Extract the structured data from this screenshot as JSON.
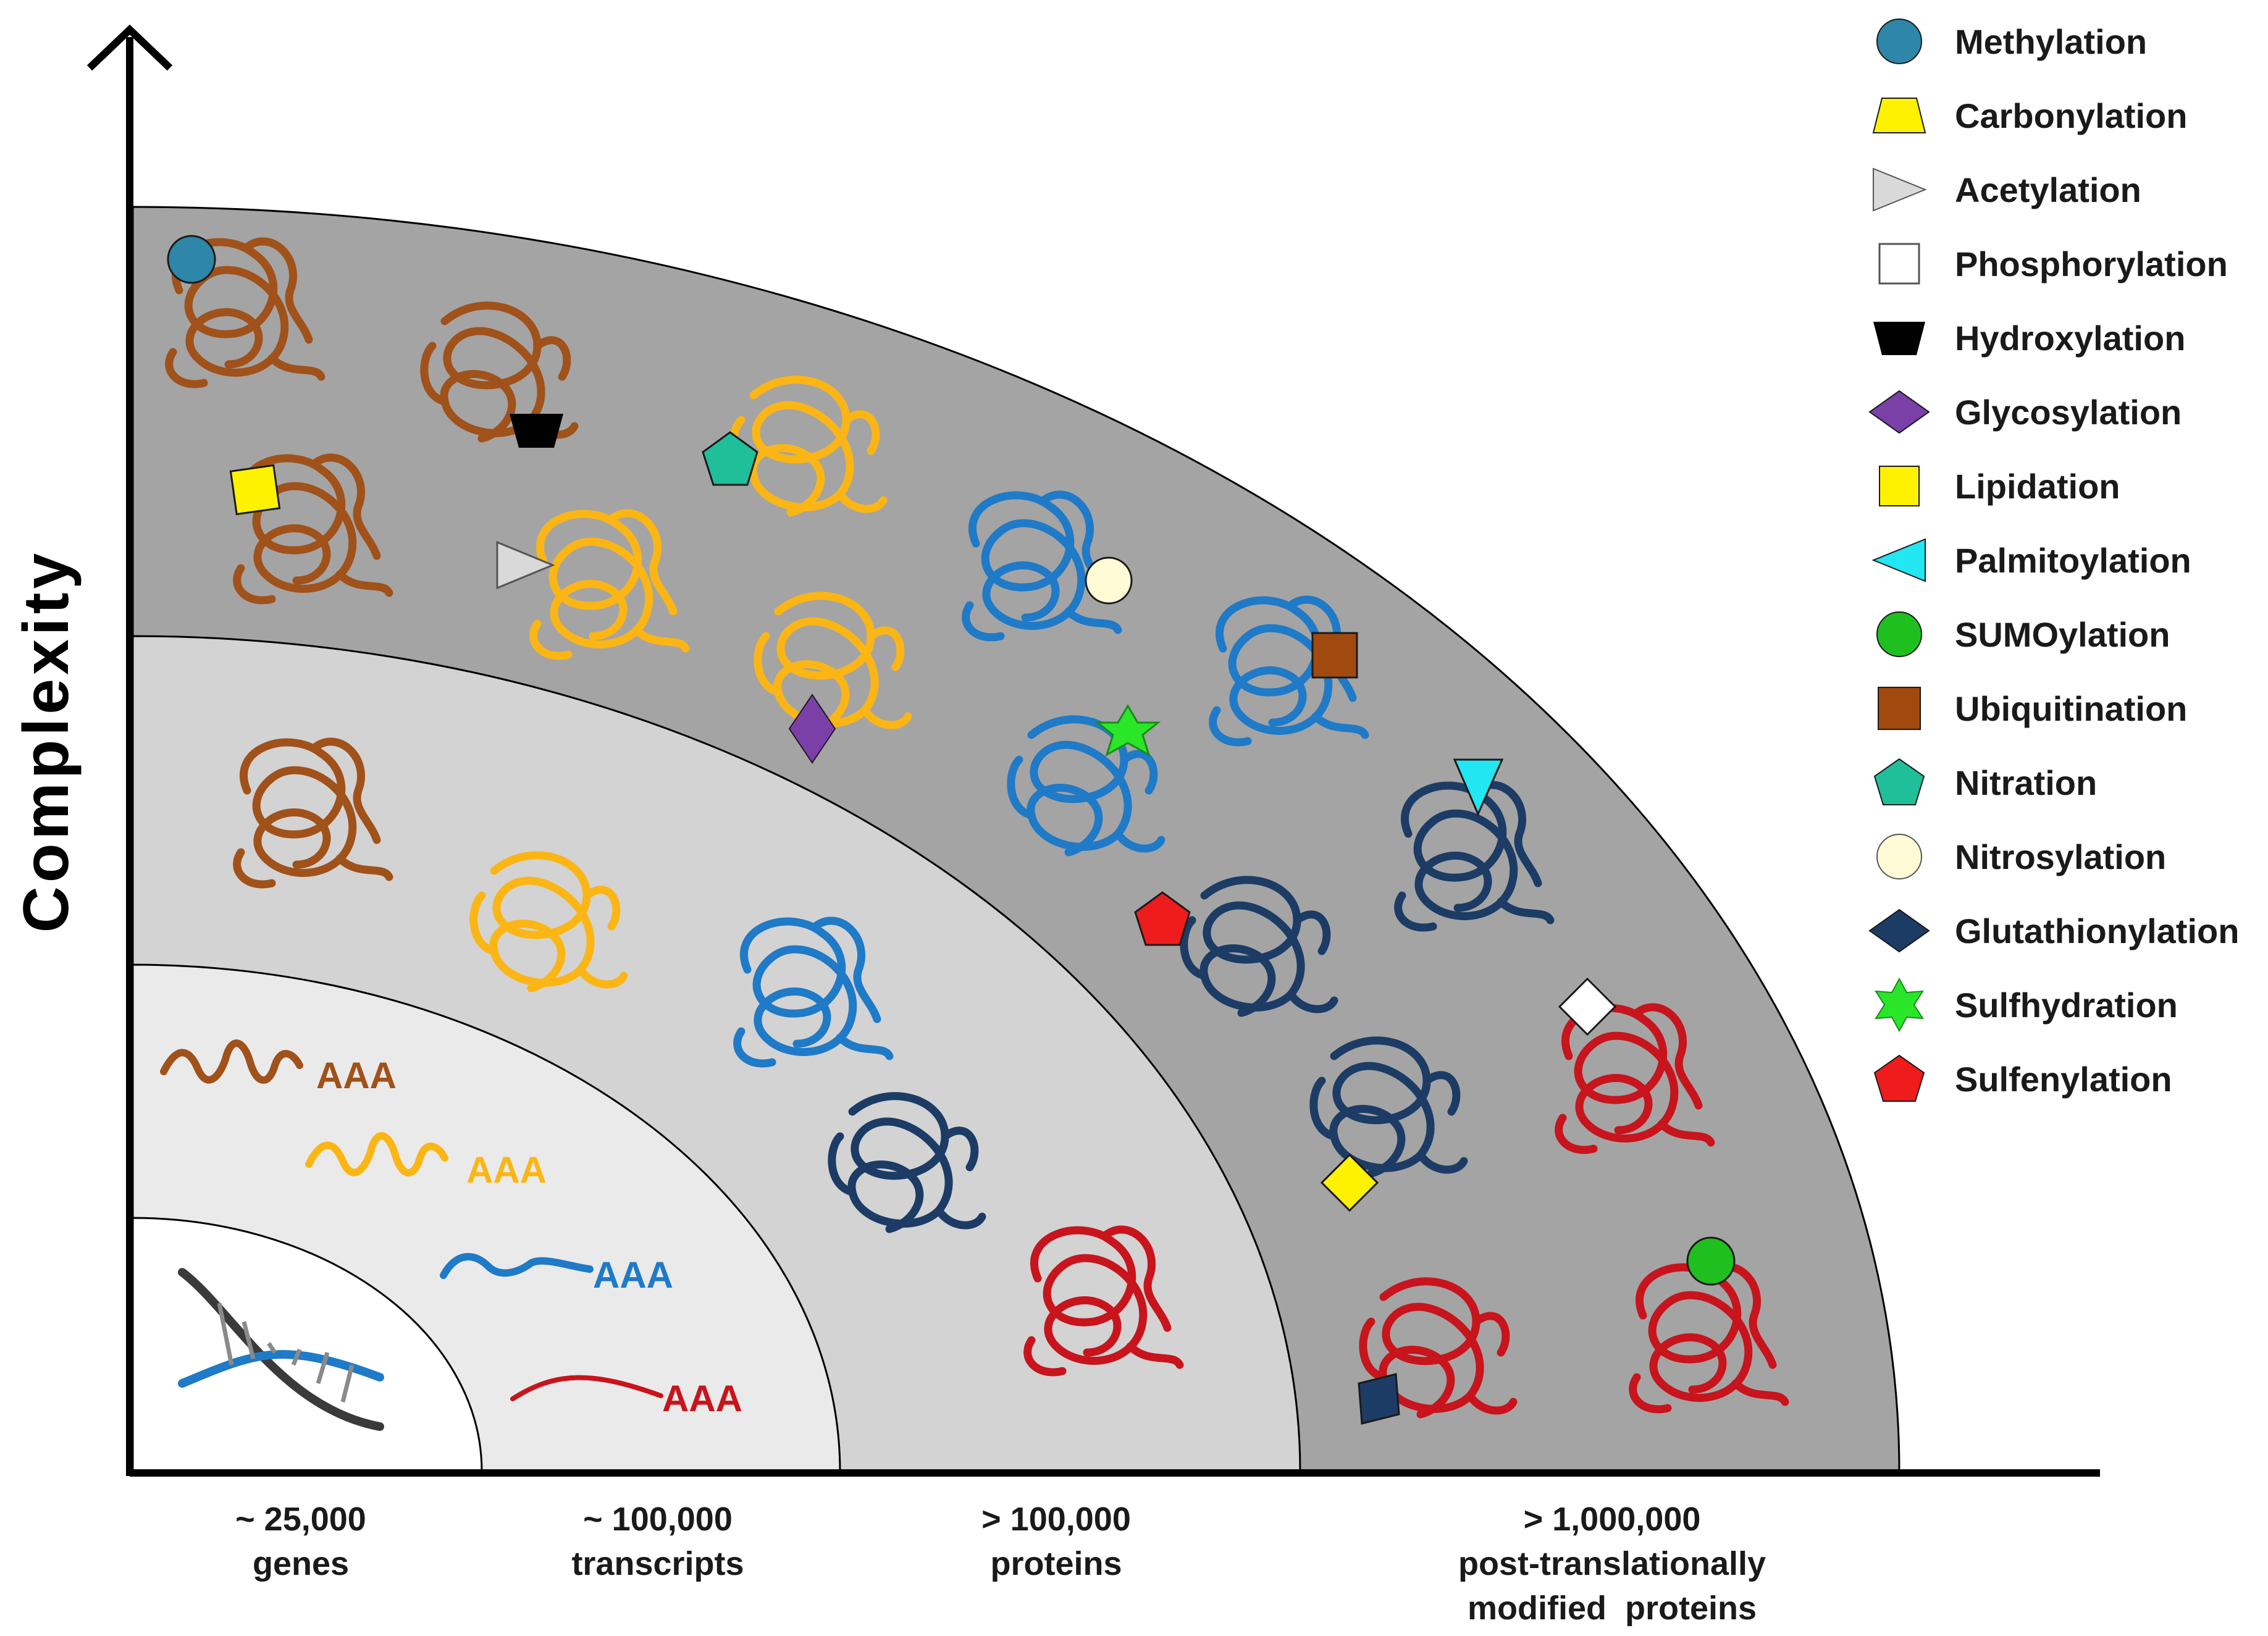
{
  "y_axis_label": "Complexity",
  "x_axis_labels": [
    {
      "lines": [
        "~ 25,000",
        "genes"
      ]
    },
    {
      "lines": [
        "~ 100,000",
        "transcripts"
      ]
    },
    {
      "lines": [
        "> 100,000",
        "proteins"
      ]
    },
    {
      "lines": [
        "> 1,000,000",
        "post-translationally",
        "modified  proteins"
      ]
    }
  ],
  "mrna_tail_label": "AAA",
  "colors": {
    "ring_outer": "#a4a4a4",
    "ring_middle": "#d3d3d3",
    "ring_inner": "#eaeaea",
    "core": "#ffffff",
    "brown": "#a0521a",
    "orange": "#fbb615",
    "blue": "#1f7ac8",
    "navy": "#1c3c66",
    "red": "#c8141c"
  },
  "legend": [
    {
      "label": "Methylation",
      "icon": "circle-icon",
      "color": "#2e86a8"
    },
    {
      "label": "Carbonylation",
      "icon": "trapezoid-icon",
      "color": "#fff200"
    },
    {
      "label": "Acetylation",
      "icon": "triangle-right-icon",
      "color": "#d9d9d9"
    },
    {
      "label": "Phosphorylation",
      "icon": "square-icon",
      "color": "#ffffff"
    },
    {
      "label": "Hydroxylation",
      "icon": "inverted-trapezoid-icon",
      "color": "#000000"
    },
    {
      "label": "Glycosylation",
      "icon": "diamond-icon",
      "color": "#7b3fa8"
    },
    {
      "label": "Lipidation",
      "icon": "square-icon",
      "color": "#fff200"
    },
    {
      "label": "Palmitoylation",
      "icon": "triangle-left-icon",
      "color": "#22e6f2"
    },
    {
      "label": "SUMOylation",
      "icon": "circle-icon",
      "color": "#1fbf1f"
    },
    {
      "label": "Ubiquitination",
      "icon": "square-icon",
      "color": "#a04a10"
    },
    {
      "label": "Nitration",
      "icon": "pentagon-icon",
      "color": "#1fbf9a"
    },
    {
      "label": "Nitrosylation",
      "icon": "circle-icon",
      "color": "#fffbd6"
    },
    {
      "label": "Glutathionylation",
      "icon": "diamond-icon",
      "color": "#1c3c66"
    },
    {
      "label": "Sulfhydration",
      "icon": "star-icon",
      "color": "#29e629"
    },
    {
      "label": "Sulfenylation",
      "icon": "pentagon-icon",
      "color": "#ee1c1c"
    }
  ]
}
